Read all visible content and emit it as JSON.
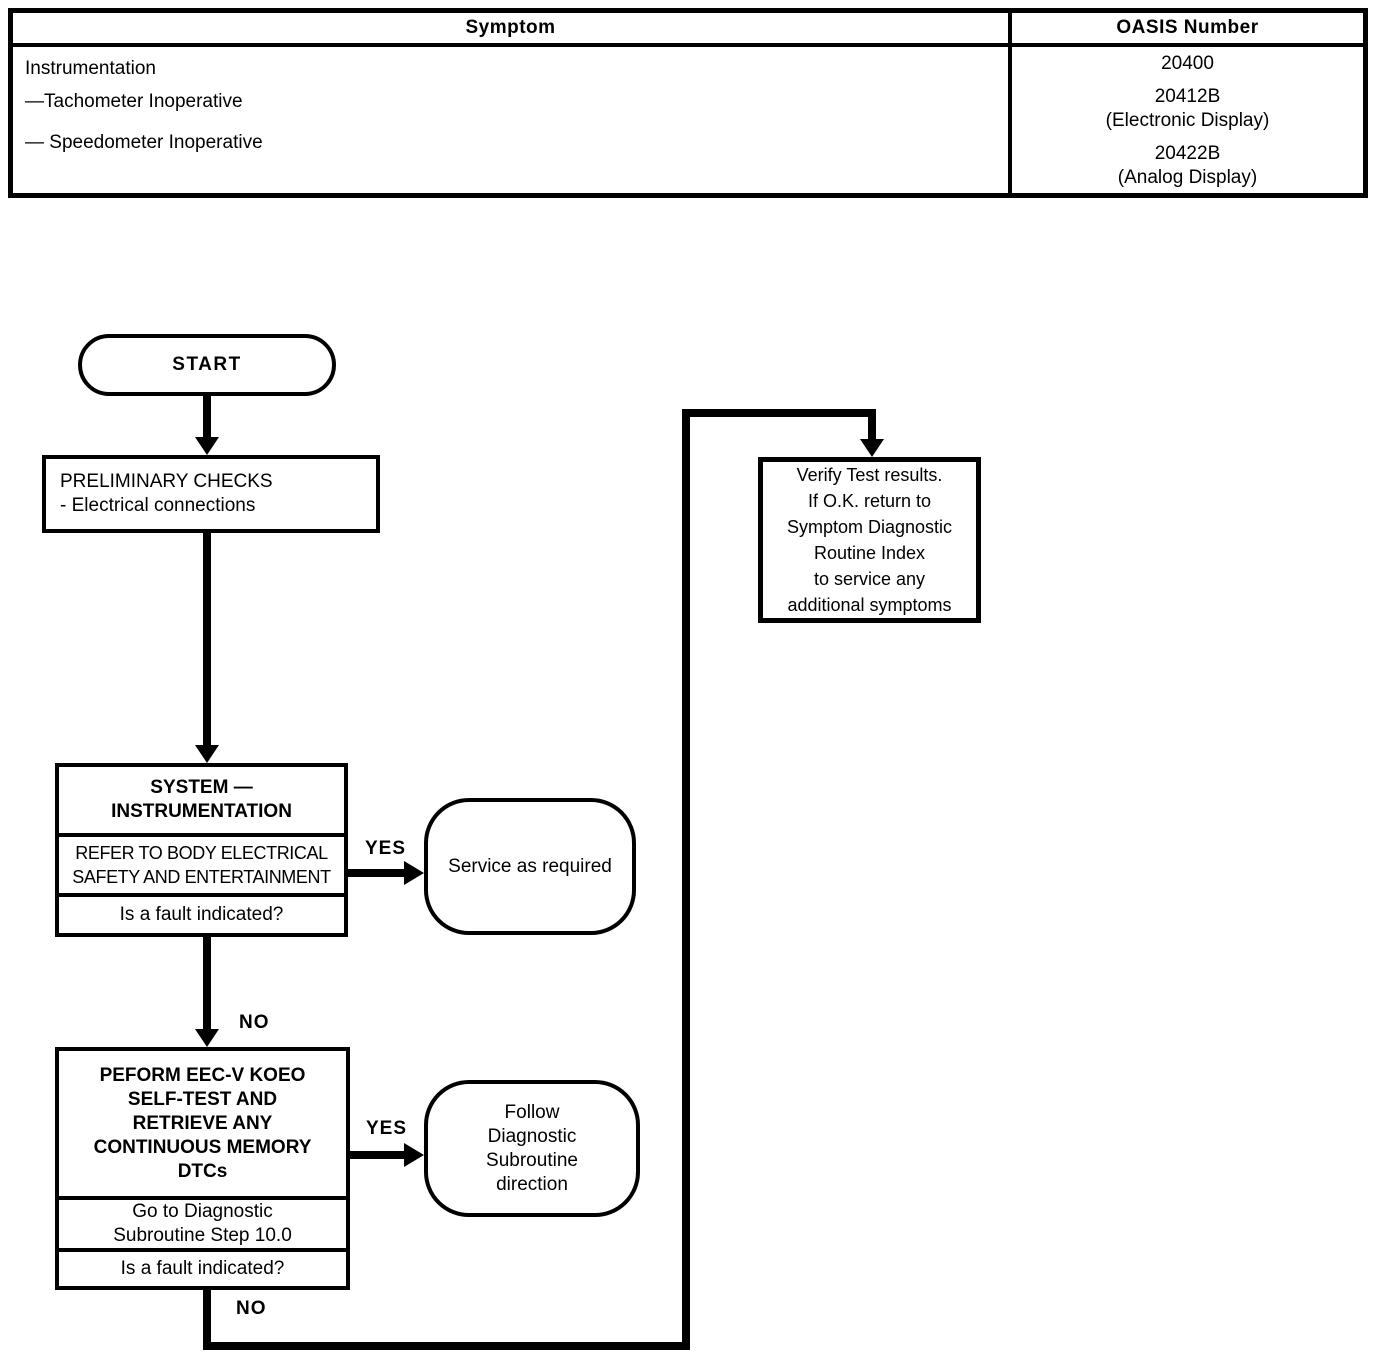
{
  "table": {
    "header_symptom": "Symptom",
    "header_oasis": "OASIS Number",
    "symptom": {
      "line1": "Instrumentation",
      "line2": "—Tachometer Inoperative",
      "line3": "— Speedometer Inoperative"
    },
    "oasis": {
      "code1": "20400",
      "code2": "20412B",
      "code2_note": "(Electronic Display)",
      "code3": "20422B",
      "code3_note": "(Analog Display)"
    }
  },
  "flowchart": {
    "start_label": "START",
    "preliminary": {
      "line1": "PRELIMINARY CHECKS",
      "line2": "- Electrical connections"
    },
    "system": {
      "title_line1": "SYSTEM —",
      "title_line2": "INSTRUMENTATION",
      "refer_line1": "REFER TO BODY ELECTRICAL",
      "refer_line2": "SAFETY AND ENTERTAINMENT",
      "question": "Is a fault indicated?"
    },
    "service_label": "Service as required",
    "perform": {
      "title_line1": "PEFORM EEC-V KOEO",
      "title_line2": "SELF-TEST AND",
      "title_line3": "RETRIEVE ANY",
      "title_line4": "CONTINUOUS MEMORY",
      "title_line5": "DTCs",
      "goto_line1": "Go to Diagnostic",
      "goto_line2": "Subroutine Step 10.0",
      "question": "Is a fault indicated?"
    },
    "follow": {
      "line1": "Follow",
      "line2": "Diagnostic",
      "line3": "Subroutine",
      "line4": "direction"
    },
    "verify": {
      "line1": "Verify Test results.",
      "line2": "If O.K. return to",
      "line3": "Symptom Diagnostic",
      "line4": "Routine Index",
      "line5": "to service any",
      "line6": "additional symptoms"
    },
    "labels": {
      "yes1": "YES",
      "yes2": "YES",
      "no1": "NO",
      "no2": "NO"
    }
  },
  "colors": {
    "ink": "#000000",
    "paper": "#ffffff"
  }
}
